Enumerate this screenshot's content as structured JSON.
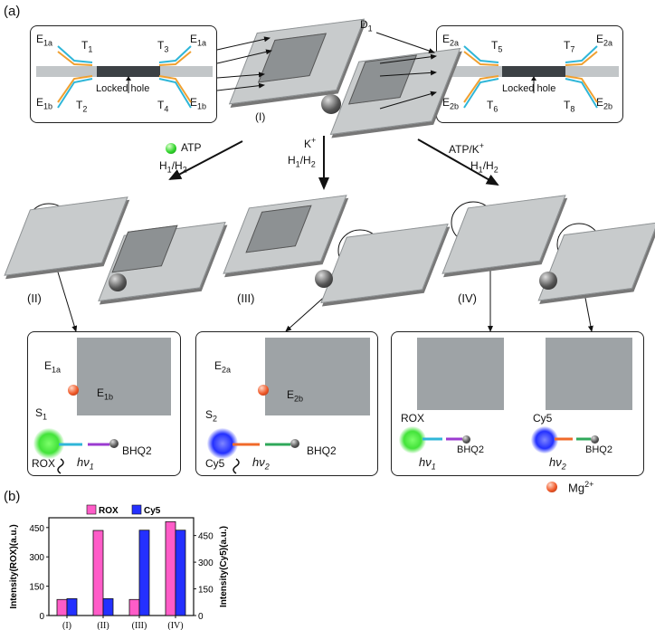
{
  "panel_a_label": "(a)",
  "panel_b_label": "(b)",
  "top": {
    "d1_label": "D",
    "d1_sub": "1",
    "state_I": "(I)",
    "left_box": {
      "e1a_left": "E",
      "e1a_left_sub": "1a",
      "e1b_left": "E",
      "e1b_left_sub": "1b",
      "t1": "T",
      "t1_sub": "1",
      "t2": "T",
      "t2_sub": "2",
      "t3": "T",
      "t3_sub": "3",
      "t4": "T",
      "t4_sub": "4",
      "e1a_right": "E",
      "e1a_right_sub": "1a",
      "e1b_right": "E",
      "e1b_right_sub": "1b",
      "locked": "Locked hole"
    },
    "right_box": {
      "e2a_left": "E",
      "e2a_left_sub": "2a",
      "e2b_left": "E",
      "e2b_left_sub": "2b",
      "t5": "T",
      "t5_sub": "5",
      "t6": "T",
      "t6_sub": "6",
      "t7": "T",
      "t7_sub": "7",
      "t8": "T",
      "t8_sub": "8",
      "e2a_right": "E",
      "e2a_right_sub": "2a",
      "e2b_right": "E",
      "e2b_right_sub": "2b",
      "locked": "Locked hole"
    }
  },
  "arrows": {
    "left_top": "ATP",
    "left_bottom": "H",
    "left_bottom_s1": "1",
    "left_bottom_mid": "/H",
    "left_bottom_s2": "2",
    "mid_top": "K",
    "mid_top_sup": "+",
    "mid_bottom": "H",
    "mid_bottom_s1": "1",
    "mid_bottom_mid": "/H",
    "mid_bottom_s2": "2",
    "right_top": "ATP/K",
    "right_top_sup": "+",
    "right_bottom": "H",
    "right_bottom_s1": "1",
    "right_bottom_mid": "/H",
    "right_bottom_s2": "2"
  },
  "states": {
    "II": "(II)",
    "III": "(III)",
    "IV": "(IV)"
  },
  "zoom1": {
    "e1a": "E",
    "e1a_sub": "1a",
    "e1b": "E",
    "e1b_sub": "1b",
    "s1": "S",
    "s1_sub": "1",
    "rox": "ROX",
    "bhq": "BHQ2",
    "hv": "hν",
    "hv_sub": "1"
  },
  "zoom2": {
    "e2a": "E",
    "e2a_sub": "2a",
    "e2b": "E",
    "e2b_sub": "2b",
    "s2": "S",
    "s2_sub": "2",
    "cy5": "Cy5",
    "bhq": "BHQ2",
    "hv": "hν",
    "hv_sub": "2"
  },
  "zoom3": {
    "rox": "ROX",
    "bhq_a": "BHQ2",
    "hv_a": "hν",
    "hv_a_sub": "1",
    "cy5": "Cy5",
    "bhq_b": "BHQ2",
    "hv_b": "hν",
    "hv_b_sub": "2"
  },
  "mg_label": "Mg",
  "mg_sup": "2+",
  "chart_data": {
    "type": "bar",
    "categories": [
      "(I)",
      "(II)",
      "(III)",
      "(IV)"
    ],
    "series": [
      {
        "name": "ROX",
        "color": "#ff5cc8",
        "axis": "left",
        "values": [
          82,
          435,
          82,
          480
        ]
      },
      {
        "name": "Cy5",
        "color": "#2430ff",
        "axis": "right",
        "values": [
          95,
          95,
          480,
          480
        ]
      }
    ],
    "ylabel_left": "Intensity(ROX)(a.u.)",
    "ylabel_right": "Intensity(Cy5)(a.u.)",
    "ylim_left": [
      0,
      500
    ],
    "ylim_right": [
      0,
      550
    ],
    "yticks_left": [
      "0",
      "150",
      "300",
      "450"
    ],
    "yticks_right": [
      "0",
      "150",
      "300",
      "450"
    ],
    "legend_position": "top"
  }
}
